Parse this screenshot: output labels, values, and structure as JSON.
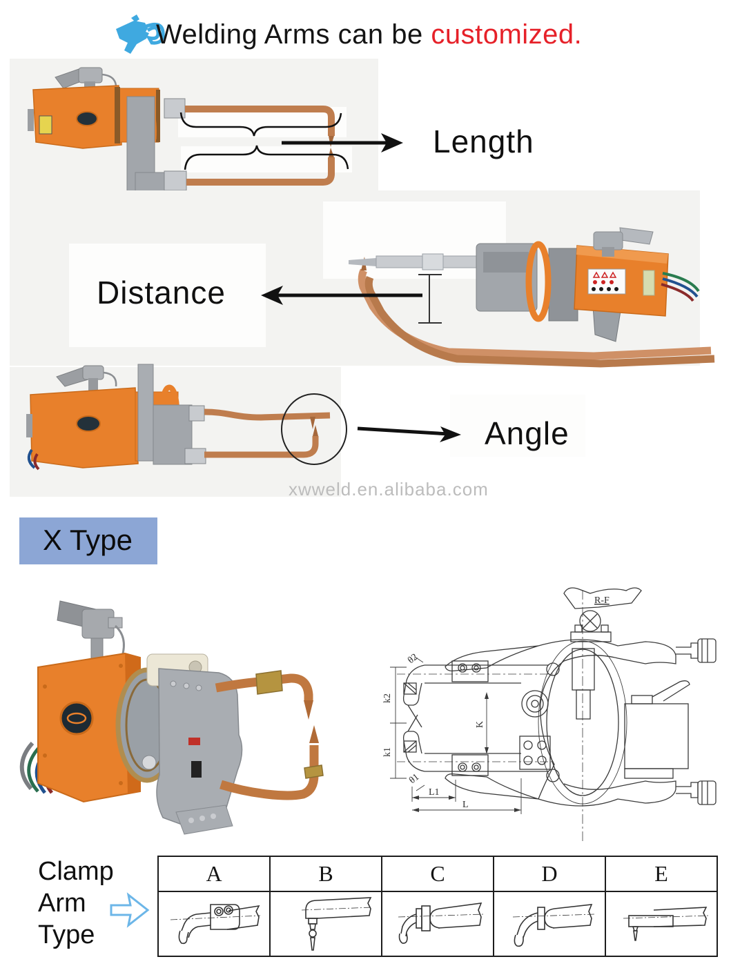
{
  "header": {
    "title_black": "Welding Arms can be",
    "title_red": "customized."
  },
  "annotations": {
    "length": "Length",
    "distance": "Distance",
    "angle": "Angle"
  },
  "watermark": "xwweld.en.alibaba.com",
  "x_type": {
    "label": "X Type"
  },
  "diagram": {
    "labels": {
      "rf": "R-F",
      "k2": "k2",
      "k1": "k1",
      "k": "K",
      "l1": "L1",
      "l": "L",
      "theta1": "θ1",
      "theta2": "θ2"
    }
  },
  "clamp": {
    "caption_line1": "Clamp",
    "caption_line2": "Arm",
    "caption_line3": "Type",
    "columns": [
      {
        "label": "A"
      },
      {
        "label": "B"
      },
      {
        "label": "C"
      },
      {
        "label": "D"
      },
      {
        "label": "E"
      }
    ]
  },
  "colors": {
    "accent_blue": "#3fa9e0",
    "banner_blue": "#8ca6d5",
    "highlight_red": "#e62129",
    "machine_orange": "#e8802b",
    "copper": "#bf7d4e",
    "watermark_gray": "#bcbcbc"
  }
}
